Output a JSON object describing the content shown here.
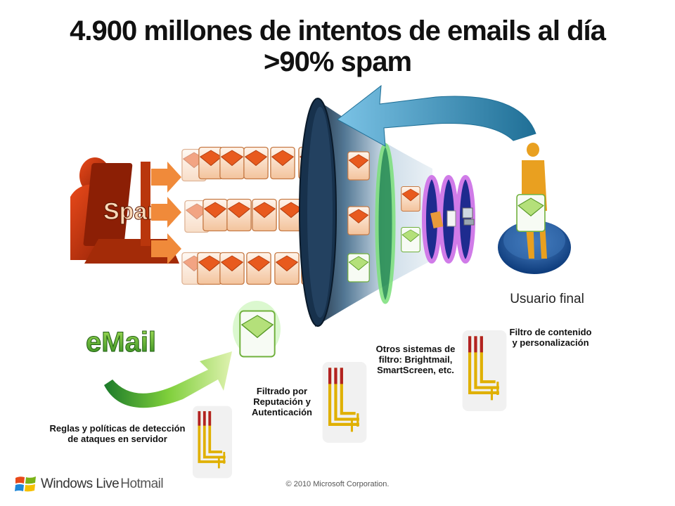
{
  "title": {
    "line1": "4.900 millones de intentos de emails al día",
    "line2": ">90% spam"
  },
  "actors": {
    "spam_label": "Spam",
    "email_label": "eMail",
    "end_user_label": "Usuario final"
  },
  "filters": [
    {
      "id": "reglas",
      "text": "Reglas y políticas de detección de ataques en servidor"
    },
    {
      "id": "reputacion",
      "text": "Filtrado por Reputación y Autenticación"
    },
    {
      "id": "otros",
      "text": "Otros sistemas de filtro: Brightmail, SmartScreen, etc."
    },
    {
      "id": "contenido",
      "text": "Filtro de contenido y personalización"
    }
  ],
  "footer": {
    "copyright": "© 2010 Microsoft Corporation.",
    "brand_part1": "Windows Live",
    "brand_part2": "Hotmail"
  },
  "colors": {
    "spam_accent": "#d9480f",
    "email_accent": "#7ab317",
    "arrow_blue": "#2e7fa6",
    "funnel_dark": "#1d3a55",
    "filter_gold": "#e0b000",
    "filter_red": "#b22222"
  },
  "icons": [
    "spammer-silhouette-icon",
    "envelope-icon",
    "funnel-icon",
    "filter-ring-icon",
    "end-user-icon",
    "pipe-filter-icon",
    "windows-flag-icon"
  ]
}
